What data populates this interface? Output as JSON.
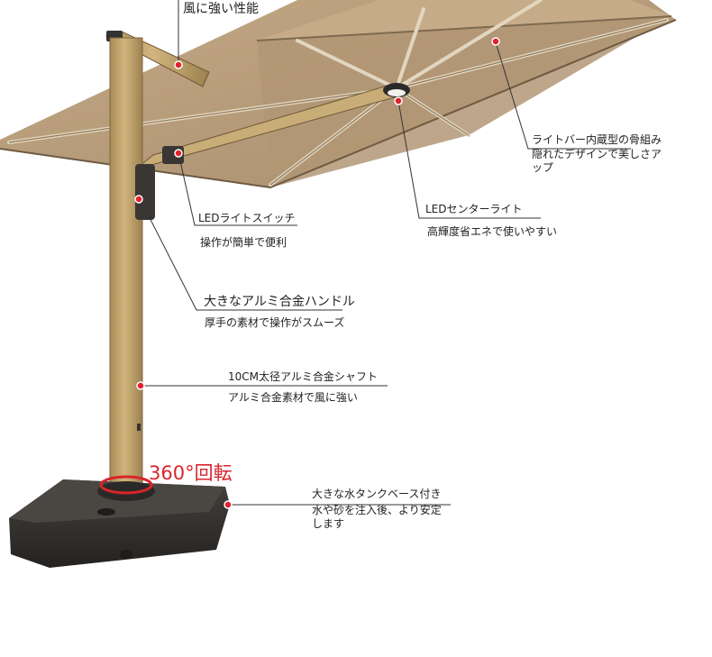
{
  "colors": {
    "canopy": "#b59a79",
    "canopy_dark": "#8e7758",
    "pole": "#c8ab72",
    "pole_dark": "#9a7f4d",
    "base": "#2e2b29",
    "accent_red": "#d8252b",
    "marker_red": "#e0202b"
  },
  "callouts": {
    "wind": "風に強い性能",
    "lightbar_title": "ライトバー内蔵型の骨組み",
    "lightbar_desc": "隠れたデザインで美しさアップ",
    "led_switch_title": "LEDライトスイッチ",
    "led_switch_desc": "操作が簡単で便利",
    "led_center_title": "LEDセンターライト",
    "led_center_desc": "高輝度省エネで使いやすい",
    "handle_title": "大きなアルミ合金ハンドル",
    "handle_desc": "厚手の素材で操作がスムーズ",
    "shaft_title": "10CM太径アルミ合金シャフト",
    "shaft_desc": "アルミ合金素材で風に強い",
    "rotation": "360°回転",
    "base_title": "大きな水タンクベース付き",
    "base_desc": "水や砂を注入後、より安定します"
  },
  "icons": {
    "marker": "red-dot-marker-icon",
    "rotation": "rotation-ring-icon"
  }
}
